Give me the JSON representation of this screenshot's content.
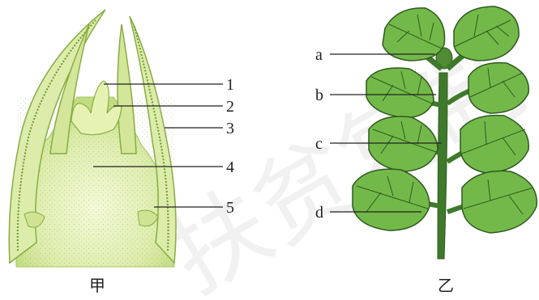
{
  "figure_left": {
    "caption": "甲",
    "labels": [
      "1",
      "2",
      "3",
      "4",
      "5"
    ]
  },
  "figure_right": {
    "caption": "乙",
    "labels": [
      "a",
      "b",
      "c",
      "d"
    ]
  },
  "watermark": "扶贫复制",
  "colors": {
    "bud_light": "#e6f2b4",
    "bud_fill": "#c9e08c",
    "bud_dark": "#6f9a2e",
    "leaf_fill": "#73b94a",
    "leaf_edge": "#2f5a1f",
    "stem": "#3f7a2c",
    "line": "#222222"
  }
}
